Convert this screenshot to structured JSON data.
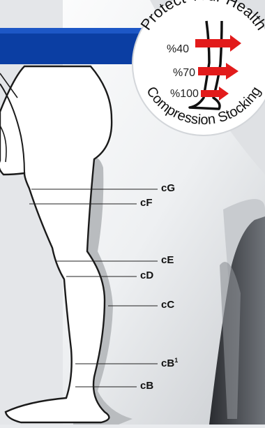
{
  "badge": {
    "top_text": "Protect Your Health",
    "bottom_text": "Compression Stocking",
    "levels": [
      "%40",
      "%70",
      "%100"
    ]
  },
  "measurements": [
    {
      "id": "cG",
      "label": "cG",
      "sup": ""
    },
    {
      "id": "cF",
      "label": "cF",
      "sup": ""
    },
    {
      "id": "cE",
      "label": "cE",
      "sup": ""
    },
    {
      "id": "cD",
      "label": "cD",
      "sup": ""
    },
    {
      "id": "cC",
      "label": "cC",
      "sup": ""
    },
    {
      "id": "cB1",
      "label": "cB",
      "sup": "1"
    },
    {
      "id": "cB",
      "label": "cB",
      "sup": ""
    }
  ],
  "colors": {
    "band": "#0b3ea3",
    "arrow": "#e21b1b",
    "leg_shadow": "#b9bcbf",
    "leg_fill": "#ffffff",
    "background": "#e9ebee"
  }
}
